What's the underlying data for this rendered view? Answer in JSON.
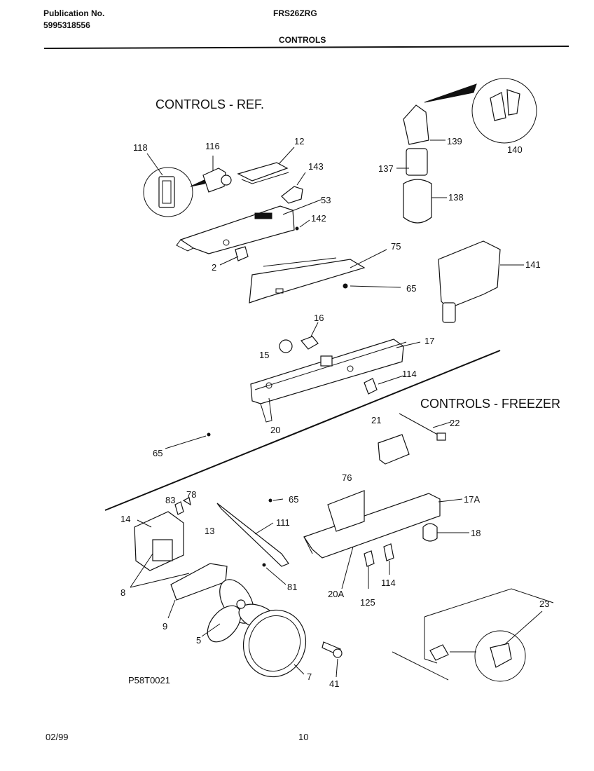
{
  "header": {
    "publication_label": "Publication No.",
    "publication_number": "5995318556",
    "model": "FRS26ZRG",
    "section": "CONTROLS"
  },
  "sections": {
    "ref_title": "CONTROLS - REF.",
    "freezer_title": "CONTROLS - FREEZER"
  },
  "callouts": [
    "118",
    "116",
    "12",
    "143",
    "53",
    "142",
    "2",
    "139",
    "137",
    "138",
    "140",
    "141",
    "75",
    "65",
    "16",
    "15",
    "17",
    "114",
    "20",
    "65",
    "21",
    "22",
    "76",
    "17A",
    "18",
    "114",
    "125",
    "20A",
    "78",
    "83",
    "65",
    "111",
    "14",
    "13",
    "81",
    "8",
    "9",
    "5",
    "7",
    "41",
    "23"
  ],
  "drawing_id": "P58T0021",
  "footer": {
    "date": "02/99",
    "page": "10"
  }
}
